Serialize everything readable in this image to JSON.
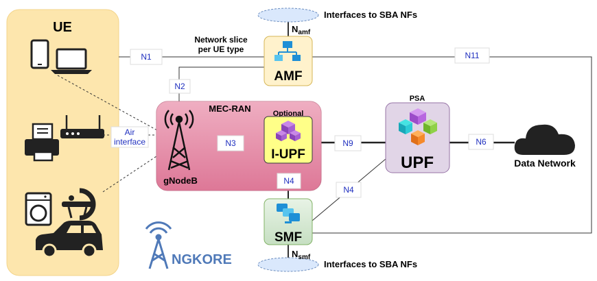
{
  "ue": {
    "title": "UE"
  },
  "air_interface": {
    "line1": "Air",
    "line2": "interface"
  },
  "ran": {
    "title": "MEC-RAN",
    "gnodeb": "gNodeB",
    "optional": "Optional"
  },
  "nf": {
    "amf": "AMF",
    "iupf": "I-UPF",
    "upf": "UPF",
    "smf": "SMF",
    "psa": "PSA",
    "data_network": "Data Network"
  },
  "slice_note": {
    "line1": "Network slice",
    "line2": "per UE type"
  },
  "sba": {
    "top": "Interfaces to SBA NFs",
    "bottom": "Interfaces to SBA NFs",
    "namf_main": "N",
    "namf_sub": "amf",
    "nsmf_main": "N",
    "nsmf_sub": "smf"
  },
  "interfaces": {
    "n1": "N1",
    "n2": "N2",
    "n3": "N3",
    "n4a": "N4",
    "n4b": "N4",
    "n6": "N6",
    "n9": "N9",
    "n11": "N11"
  },
  "logo": {
    "text": "NGKORE"
  },
  "colors": {
    "ue_panel": "#fde6ad",
    "ran_panel": "#e58fa9",
    "nf_yellow": "#fff2cc",
    "iupf_yellow": "#ffff88",
    "upf_purple": "#e1d5e7",
    "smf_green": "#d5e8d4",
    "iface_blue": "#1f2fbf",
    "logo_blue": "#4f79b8"
  }
}
